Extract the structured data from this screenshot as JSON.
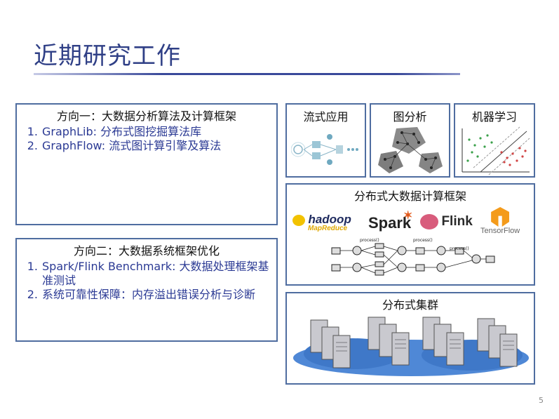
{
  "slide": {
    "title": "近期研究工作",
    "page_number": "5"
  },
  "direction1": {
    "heading": "方向一：大数据分析算法及计算框架",
    "items": [
      {
        "num": "1.",
        "text": "GraphLib: 分布式图挖掘算法库"
      },
      {
        "num": "2.",
        "text": "GraphFlow: 流式图计算引擎及算法"
      }
    ]
  },
  "direction2": {
    "heading": "方向二：大数据系统框架优化",
    "items": [
      {
        "num": "1.",
        "text": "Spark/Flink Benchmark: 大数据处理框架基准测试"
      },
      {
        "num": "2.",
        "text": "系统可靠性保障：内存溢出错误分析与诊断"
      }
    ]
  },
  "tiles": {
    "stream": "流式应用",
    "graph": "图分析",
    "ml": "机器学习"
  },
  "frameworks": {
    "heading": "分布式大数据计算框架",
    "logos": {
      "hadoop": "hadoop",
      "mapreduce": "MapReduce",
      "spark": "Spark",
      "flink": "Flink",
      "tensorflow": "TensorFlow"
    },
    "process_label": "process()"
  },
  "cluster": {
    "heading": "分布式集群"
  },
  "colors": {
    "accent": "#2f3f86",
    "box_border": "#4f6da0",
    "list_text": "#2b3a94"
  }
}
